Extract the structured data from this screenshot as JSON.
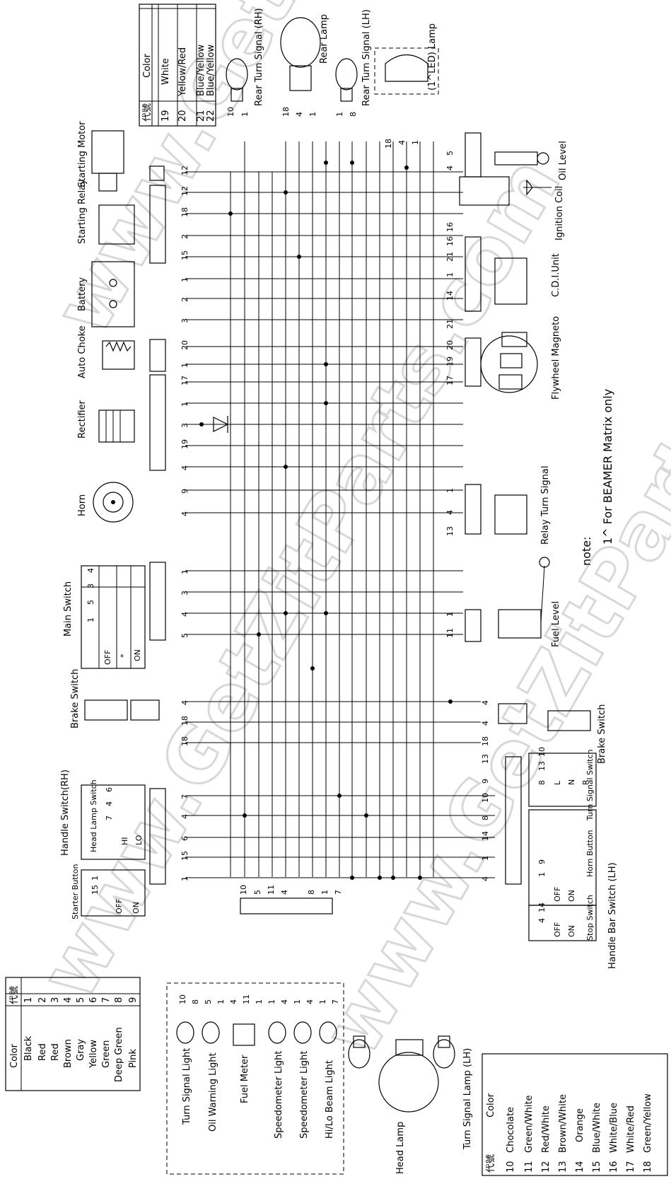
{
  "watermark": "www.GetZitParts.com",
  "note": {
    "label": "note:",
    "text": "1^  For  BEAMER  Matrix   only"
  },
  "color_table_top": {
    "header": [
      "代號",
      "Color"
    ],
    "rows": [
      [
        "19",
        "White"
      ],
      [
        "20",
        "Yellow/Red"
      ],
      [
        "21",
        "Blue/Yellow"
      ],
      [
        "22",
        "Blue/Yellow"
      ]
    ]
  },
  "color_table_left": {
    "header": [
      "代號",
      "Color"
    ],
    "rows": [
      [
        "1",
        "Black"
      ],
      [
        "2",
        "Red"
      ],
      [
        "3",
        "Red"
      ],
      [
        "4",
        "Brown"
      ],
      [
        "5",
        "Gray"
      ],
      [
        "6",
        "Yellow"
      ],
      [
        "7",
        "Green"
      ],
      [
        "8",
        "Deep Green"
      ],
      [
        "9",
        "Pink"
      ]
    ]
  },
  "color_table_right": {
    "header": [
      "代號",
      "Color"
    ],
    "rows": [
      [
        "10",
        "Chocolate"
      ],
      [
        "11",
        "Green/White"
      ],
      [
        "12",
        "Red/White"
      ],
      [
        "13",
        "Brown/White"
      ],
      [
        "14",
        "Orange"
      ],
      [
        "15",
        "Blue/White"
      ],
      [
        "16",
        "White/Blue"
      ],
      [
        "17",
        "White/Red"
      ],
      [
        "18",
        "Green/Yellow"
      ]
    ]
  },
  "components": {
    "rear_turn_rh": "Rear Turn Signal (RH)",
    "rear_lamp": "Rear Lamp",
    "rear_turn_lh": "Rear Turn Signal (LH)",
    "led_lamp": "(1^LED) Lamp",
    "starting_motor": "Starting Motor",
    "starting_relay": "Starting Relay",
    "battery": "Battery",
    "auto_choke": "Auto Choke",
    "rectifier": "Rectifier",
    "horn": "Horn",
    "main_switch": "Main Switch",
    "brake_switch_left": "Brake Switch",
    "handle_switch_rh": "Handle Switch(RH)",
    "oil_level": "Oil Level",
    "ignition_coil": "Ignition Coil",
    "cdi_unit": "C.D.I.Unit",
    "flywheel_magneto": "Flywheel Magneto",
    "relay_turn_signal": "Relay Turn Signal",
    "fuel_level": "Fuel Level",
    "brake_switch_right": "Brake Switch",
    "handle_bar_switch_lh": "Handle Bar Switch (LH)",
    "turn_signal_light": "Turn Signal Light",
    "oil_warning_light": "Oil Warning Light",
    "fuel_meter": "Fuel Meter",
    "speedometer_light_1": "Speedometer Light",
    "speedometer_light_2": "Speedometer Light",
    "hi_lo_beam_light": "Hi/Lo Beam Light",
    "head_lamp": "Head Lamp",
    "turn_signal_lamp_lh": "Turn Signal Lamp (LH)"
  },
  "main_switch_table": {
    "cols": [
      "1",
      "5",
      "3",
      "4"
    ],
    "rows": [
      "OFF",
      "*",
      "ON"
    ]
  },
  "starter_button_table": {
    "title": "Starter Button",
    "cols": [
      "15",
      "1"
    ],
    "rows": [
      "OFF",
      "ON"
    ]
  },
  "head_lamp_switch_table": {
    "title": "Head Lamp Switch",
    "cols": [
      "7",
      "4",
      "6"
    ],
    "rows": [
      "HI",
      "LO"
    ]
  },
  "stop_switch_table": {
    "title": "Stop Switch",
    "cols": [
      "4",
      "14"
    ],
    "rows": [
      "OFF",
      "ON"
    ]
  },
  "horn_button_table": {
    "title": "Horn Button",
    "cols": [
      "1",
      "9"
    ],
    "rows": [
      "OFF",
      "ON"
    ]
  },
  "turn_signal_switch_table": {
    "title": "Turn Signal Switch",
    "cols": [
      "8",
      "13",
      "10"
    ],
    "rows": [
      "L",
      "N",
      "R"
    ]
  },
  "wire_labels": {
    "left_column": [
      "12",
      "12",
      "18",
      "2",
      "15",
      "1",
      "2",
      "3",
      "20",
      "1",
      "17",
      "1",
      "3",
      "19",
      "4",
      "9",
      "4",
      "1",
      "3",
      "4",
      "5",
      "4",
      "18",
      "18",
      "7",
      "4",
      "6",
      "15",
      "1"
    ],
    "right_column": [
      "5",
      "4",
      "16",
      "16",
      "21",
      "1",
      "14",
      "21",
      "20",
      "19",
      "17",
      "1",
      "4",
      "13",
      "1",
      "11",
      "4",
      "4",
      "18",
      "13",
      "9",
      "10",
      "8",
      "14",
      "1",
      "4"
    ],
    "bottom_harness": [
      "10",
      "5",
      "11",
      "4",
      "8",
      "1",
      "7"
    ],
    "instrument": [
      "10",
      "8",
      "5",
      "1",
      "4",
      "11",
      "1",
      "1",
      "4",
      "1",
      "4",
      "1",
      "7"
    ],
    "top_connectors": [
      "10",
      "1",
      "18",
      "4",
      "1",
      "1",
      "8",
      "18",
      "4",
      "1"
    ]
  }
}
